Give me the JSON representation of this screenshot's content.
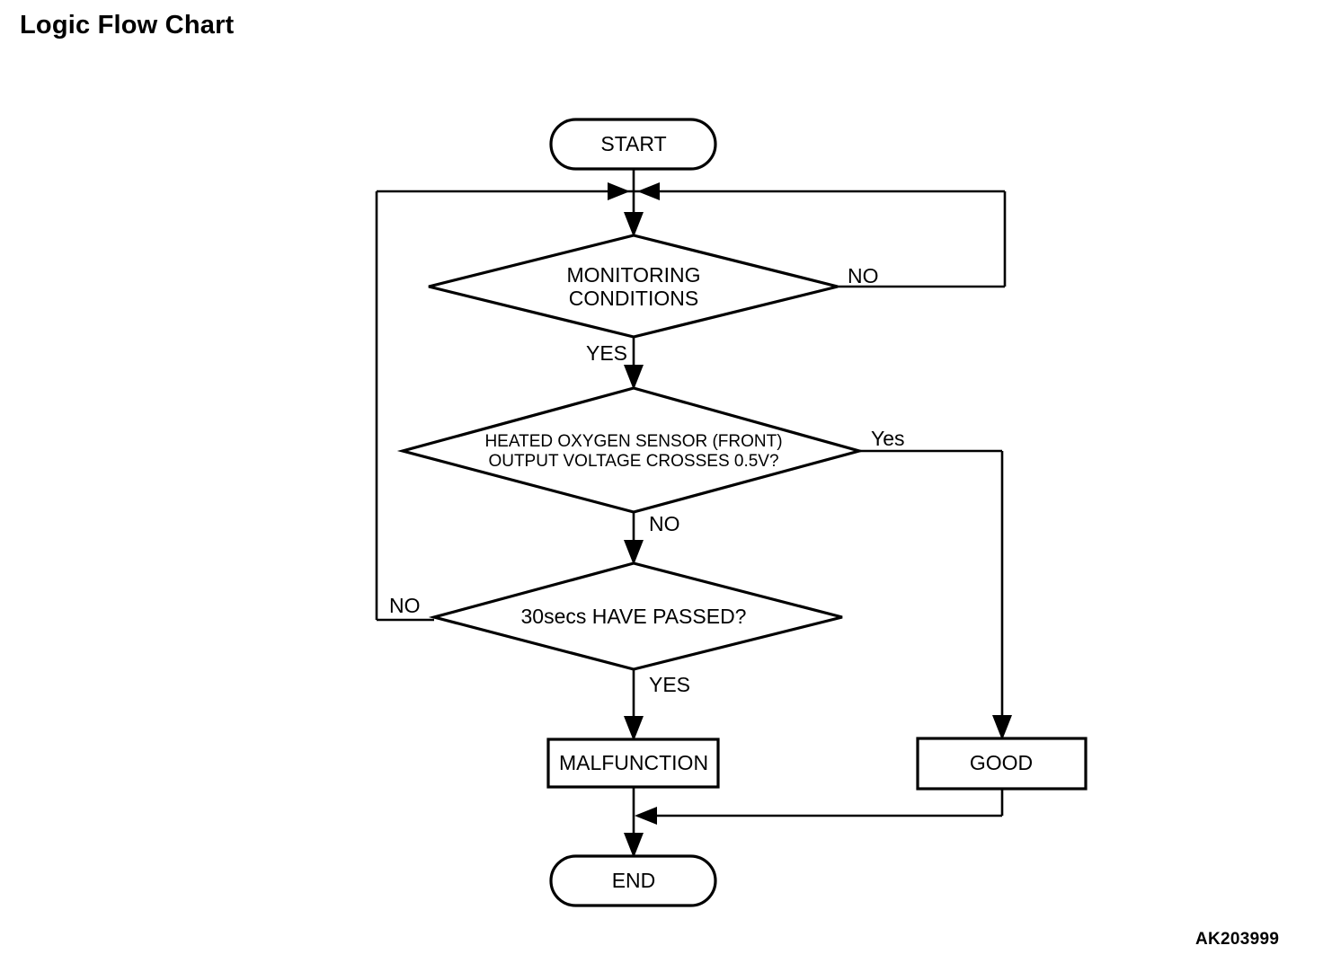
{
  "page": {
    "title": "Logic Flow Chart",
    "figure_code": "AK203999",
    "background_color": "#ffffff",
    "line_color": "#000000"
  },
  "chart_data": {
    "type": "diagram",
    "diagram_kind": "flowchart",
    "title": "Logic Flow Chart",
    "nodes": [
      {
        "id": "start",
        "shape": "stadium",
        "label": "START"
      },
      {
        "id": "monitoring",
        "shape": "diamond",
        "label": "MONITORING CONDITIONS",
        "line1": "MONITORING",
        "line2": "CONDITIONS"
      },
      {
        "id": "sensor",
        "shape": "diamond",
        "label": "HEATED OXYGEN SENSOR (FRONT) OUTPUT VOLTAGE CROSSES 0.5V?",
        "line1": "HEATED OXYGEN SENSOR (FRONT)",
        "line2": "OUTPUT VOLTAGE CROSSES 0.5V?"
      },
      {
        "id": "timer",
        "shape": "diamond",
        "label": "30secs HAVE PASSED?",
        "line1": "30secs HAVE PASSED?"
      },
      {
        "id": "malfunction",
        "shape": "rect",
        "label": "MALFUNCTION"
      },
      {
        "id": "good",
        "shape": "rect",
        "label": "GOOD"
      },
      {
        "id": "end",
        "shape": "stadium",
        "label": "END"
      }
    ],
    "edges": [
      {
        "from": "start",
        "to": "monitoring",
        "label": ""
      },
      {
        "from": "monitoring",
        "to": "sensor",
        "label": "YES"
      },
      {
        "from": "monitoring",
        "to": "start_junction",
        "label": "NO"
      },
      {
        "from": "sensor",
        "to": "timer",
        "label": "NO"
      },
      {
        "from": "sensor",
        "to": "good",
        "label": "Yes"
      },
      {
        "from": "timer",
        "to": "malfunction",
        "label": "YES"
      },
      {
        "from": "timer",
        "to": "start_junction",
        "label": "NO"
      },
      {
        "from": "malfunction",
        "to": "end",
        "label": ""
      },
      {
        "from": "good",
        "to": "end",
        "label": ""
      }
    ]
  },
  "labels": {
    "monitoring_no": "NO",
    "monitoring_yes": "YES",
    "sensor_yes": "Yes",
    "sensor_no": "NO",
    "timer_no": "NO",
    "timer_yes": "YES"
  }
}
